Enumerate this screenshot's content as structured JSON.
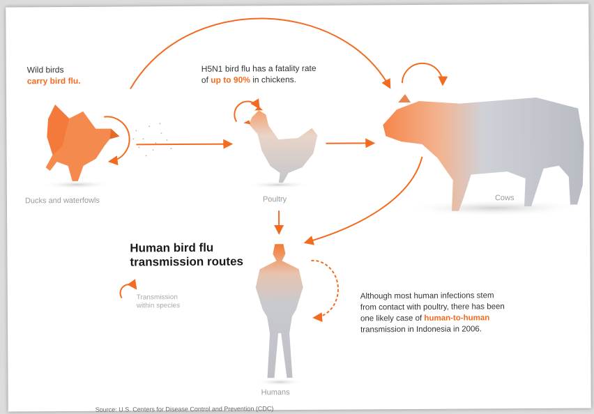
{
  "wild_birds": {
    "line1": "Wild birds",
    "line2": "carry bird flu."
  },
  "fatality": {
    "line1": "H5N1 bird flu has a fatality rate",
    "pre": "of ",
    "highlight": "up to 90%",
    "post": " in chickens."
  },
  "labels": {
    "ducks": "Ducks and waterfowls",
    "poultry": "Poultry",
    "cows": "Cows",
    "humans": "Humans"
  },
  "title": {
    "line1": "Human bird flu",
    "line2": "transmission routes"
  },
  "legend": {
    "line1": "Transmission",
    "line2": "within species"
  },
  "note": {
    "line1": "Although most human infections stem",
    "line2": "from contact with poultry, there has been",
    "line3_pre": "one likely case of ",
    "line3_highlight": "human-to-human",
    "line4": "transmission in Indonesia in 2006."
  },
  "source": "Source: U.S. Centers for Disease Control and Prevention (CDC)",
  "colors": {
    "accent": "#f26b21",
    "grey_figure": "#c9c9cf",
    "text": "#333333"
  },
  "icons": [
    "duck-icon",
    "chicken-icon",
    "cow-icon",
    "human-icon",
    "circular-arrow-icon",
    "dashed-circular-arrow-icon"
  ]
}
